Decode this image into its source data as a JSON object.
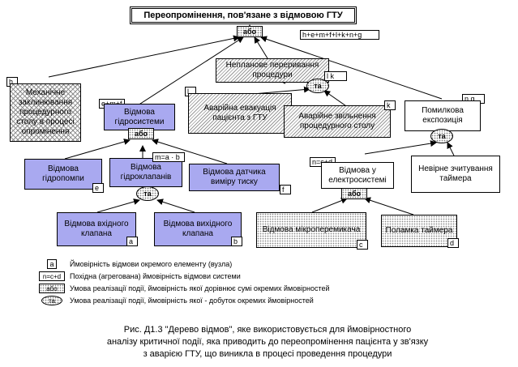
{
  "title": "Переопромінення, пов'язане з відмовою ГТУ",
  "top_gate_label": "або",
  "top_formula": "h+e+m+f+l+k+n+g",
  "events": {
    "h": {
      "text": "Механічне заклинювання процедурного столу в процесі опромінення",
      "tag": "h"
    },
    "hydro": {
      "text": "Відмова гідросистеми",
      "tag": "e+m+f"
    },
    "unplanned": {
      "text": "Непланове переривання процедури",
      "tag": "l  k"
    },
    "evac": {
      "text": "Аварійна евакуація пацієнта з ГТУ",
      "tag": "l"
    },
    "release": {
      "text": "Аварійне звільнення процедурного столу",
      "tag": "k"
    },
    "exposure": {
      "text": "Помилкова експозиція",
      "tag": "n g"
    },
    "pump": {
      "text": "Відмова гідропомпи",
      "tag": "e"
    },
    "valves": {
      "text": "Відмова гідроклапанів",
      "tag": "m=a · b"
    },
    "sensor": {
      "text": "Відмова датчика виміру тиску",
      "tag": "f"
    },
    "electro": {
      "text": "Відмова у електросистемі",
      "tag": "n=c+d"
    },
    "timer_read": {
      "text": "Невірне зчитування таймера"
    },
    "in_valve": {
      "text": "Відмова вхідного клапана",
      "tag": "a"
    },
    "out_valve": {
      "text": "Відмова вихідного клапана",
      "tag": "b"
    },
    "micro": {
      "text": "Відмова мікроперемикача",
      "tag": "c"
    },
    "timer_break": {
      "text": "Поламка таймера",
      "tag": "d"
    }
  },
  "gates": {
    "or": "або",
    "and": "та"
  },
  "legend": [
    {
      "symbol": "a",
      "text": "Ймовірність відмови окремого елементу (вузла)"
    },
    {
      "symbol": "n=c+d",
      "text": "Похідна (агрегована) ймовірність відмови системи"
    },
    {
      "symbol": "або",
      "text": "Умова реалізації події, ймовірність якої дорівнює сумі окремих ймовірностей"
    },
    {
      "symbol": "та",
      "text": "Умова реалізації події, ймовірність якої - добуток окремих ймовірностей"
    }
  ],
  "caption": [
    "Рис. Д1.3 \"Дерево відмов\", яке використовується для ймовірностного",
    "аналізу критичної події, яка приводить до переопромінення пацієнта у зв'язку",
    "з аварією ГТУ, що виникла в процесі проведення процедури"
  ]
}
